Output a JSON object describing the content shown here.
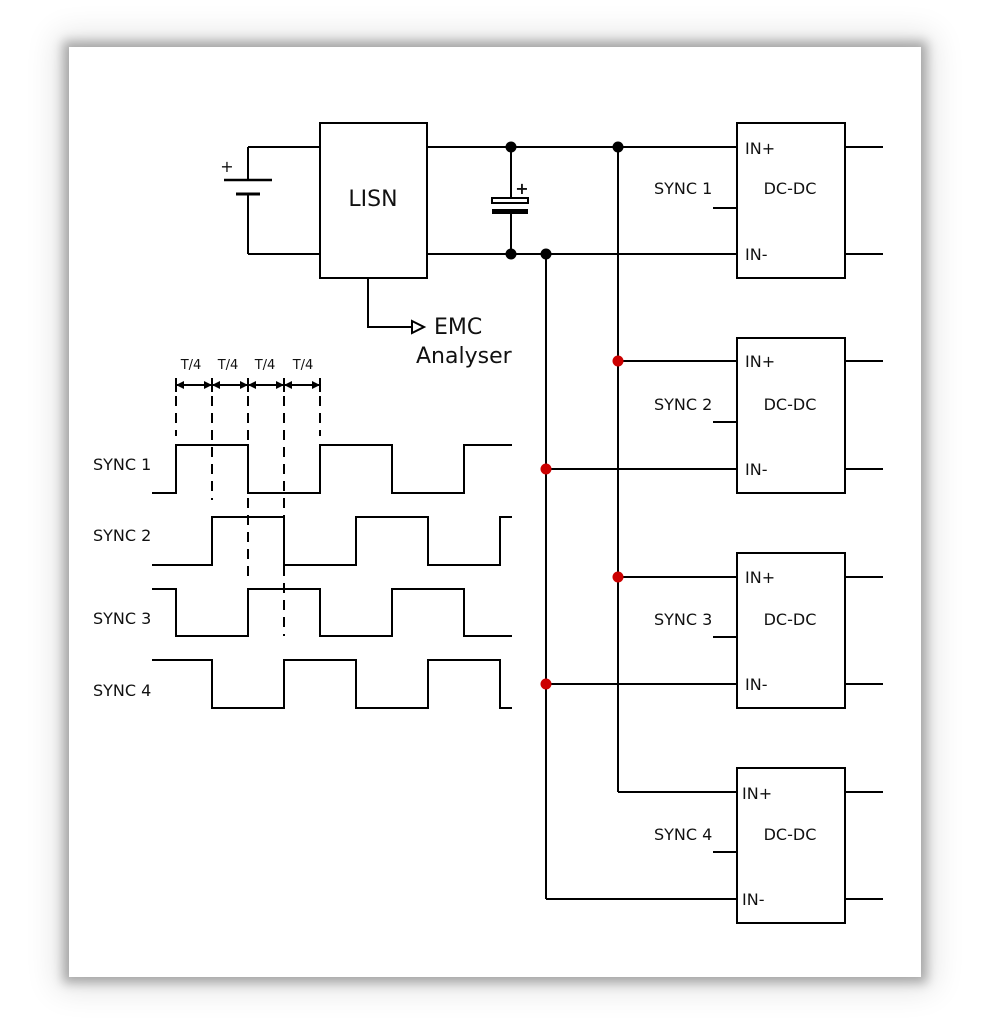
{
  "source": {
    "plus_label": "+"
  },
  "lisn": {
    "label": "LISN"
  },
  "capacitor": {
    "plus_label": "+"
  },
  "emc": {
    "line1": "EMC",
    "line2": "Analyser"
  },
  "converters": [
    {
      "sync_label": "SYNC 1",
      "in_plus": "IN+",
      "in_minus": "IN-",
      "title": "DC-DC"
    },
    {
      "sync_label": "SYNC 2",
      "in_plus": "IN+",
      "in_minus": "IN-",
      "title": "DC-DC"
    },
    {
      "sync_label": "SYNC 3",
      "in_plus": "IN+",
      "in_minus": "IN-",
      "title": "DC-DC"
    },
    {
      "sync_label": "SYNC 4",
      "in_plus": "IN+",
      "in_minus": "IN-",
      "title": "DC-DC"
    }
  ],
  "timing": {
    "interval_labels": [
      "T/4",
      "T/4",
      "T/4",
      "T/4"
    ],
    "signals": [
      {
        "name": "SYNC 1"
      },
      {
        "name": "SYNC 2"
      },
      {
        "name": "SYNC 3"
      },
      {
        "name": "SYNC 4"
      }
    ]
  },
  "colors": {
    "wire": "#000000",
    "junction": "#000000",
    "junction_highlight": "#cc0000"
  }
}
